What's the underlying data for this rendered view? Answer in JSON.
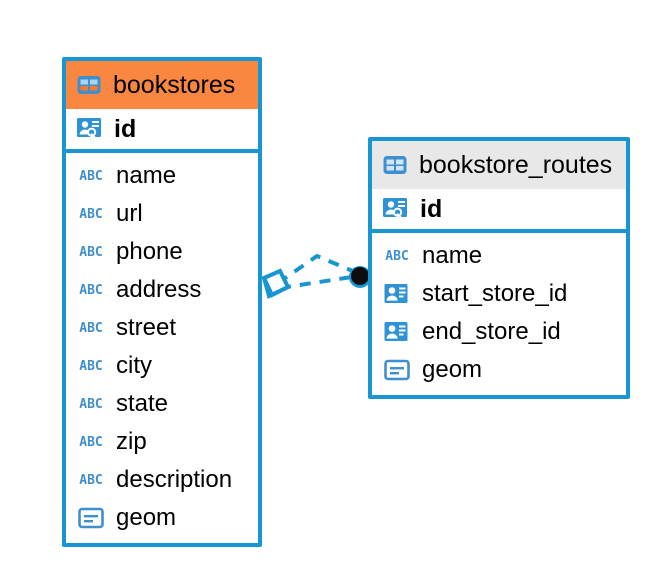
{
  "diagram": {
    "type": "entity-relationship-diagram",
    "background": "#ffffff",
    "accent_color": "#1896d3",
    "highlight_color": "#f9873f",
    "neutral_header_color": "#e8e8e8"
  },
  "entities": [
    {
      "name": "bookstores",
      "header_icon": "table-icon",
      "header_style": "accent",
      "primary_key": {
        "label": "id",
        "icon": "primary-key-icon"
      },
      "fields": [
        {
          "label": "name",
          "icon": "abc-icon",
          "icon_text": "ABC"
        },
        {
          "label": "url",
          "icon": "abc-icon",
          "icon_text": "ABC"
        },
        {
          "label": "phone",
          "icon": "abc-icon",
          "icon_text": "ABC"
        },
        {
          "label": "address",
          "icon": "abc-icon",
          "icon_text": "ABC"
        },
        {
          "label": "street",
          "icon": "abc-icon",
          "icon_text": "ABC"
        },
        {
          "label": "city",
          "icon": "abc-icon",
          "icon_text": "ABC"
        },
        {
          "label": "state",
          "icon": "abc-icon",
          "icon_text": "ABC"
        },
        {
          "label": "zip",
          "icon": "abc-icon",
          "icon_text": "ABC"
        },
        {
          "label": "description",
          "icon": "abc-icon",
          "icon_text": "ABC"
        },
        {
          "label": "geom",
          "icon": "blob-icon",
          "icon_text": ""
        }
      ]
    },
    {
      "name": "bookstore_routes",
      "header_icon": "table-icon",
      "header_style": "neutral",
      "primary_key": {
        "label": "id",
        "icon": "primary-key-icon"
      },
      "fields": [
        {
          "label": "name",
          "icon": "abc-icon",
          "icon_text": "ABC"
        },
        {
          "label": "start_store_id",
          "icon": "foreign-key-icon",
          "icon_text": ""
        },
        {
          "label": "end_store_id",
          "icon": "foreign-key-icon",
          "icon_text": ""
        },
        {
          "label": "geom",
          "icon": "blob-icon",
          "icon_text": ""
        }
      ]
    }
  ],
  "relationships": [
    {
      "from": "bookstores",
      "to": "bookstore_routes",
      "from_marker": "diamond-marker",
      "to_marker": "dot-marker",
      "line_style": "dashed",
      "line_color": "#1896d3"
    }
  ]
}
